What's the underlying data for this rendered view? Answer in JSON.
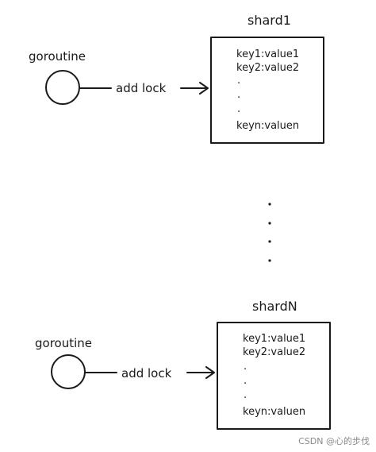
{
  "top": {
    "shard_title": "shard1",
    "goroutine_label": "goroutine",
    "arrow_label": "add lock",
    "entries": [
      "key1:value1",
      "key2:value2",
      ".",
      ".",
      ".",
      "keyn:valuen"
    ]
  },
  "bottom": {
    "shard_title": "shardN",
    "goroutine_label": "goroutine",
    "arrow_label": "add lock",
    "entries": [
      "key1:value1",
      "key2:value2",
      ".",
      ".",
      ".",
      "keyn:valuen"
    ]
  },
  "watermark": "CSDN @心的步伐"
}
